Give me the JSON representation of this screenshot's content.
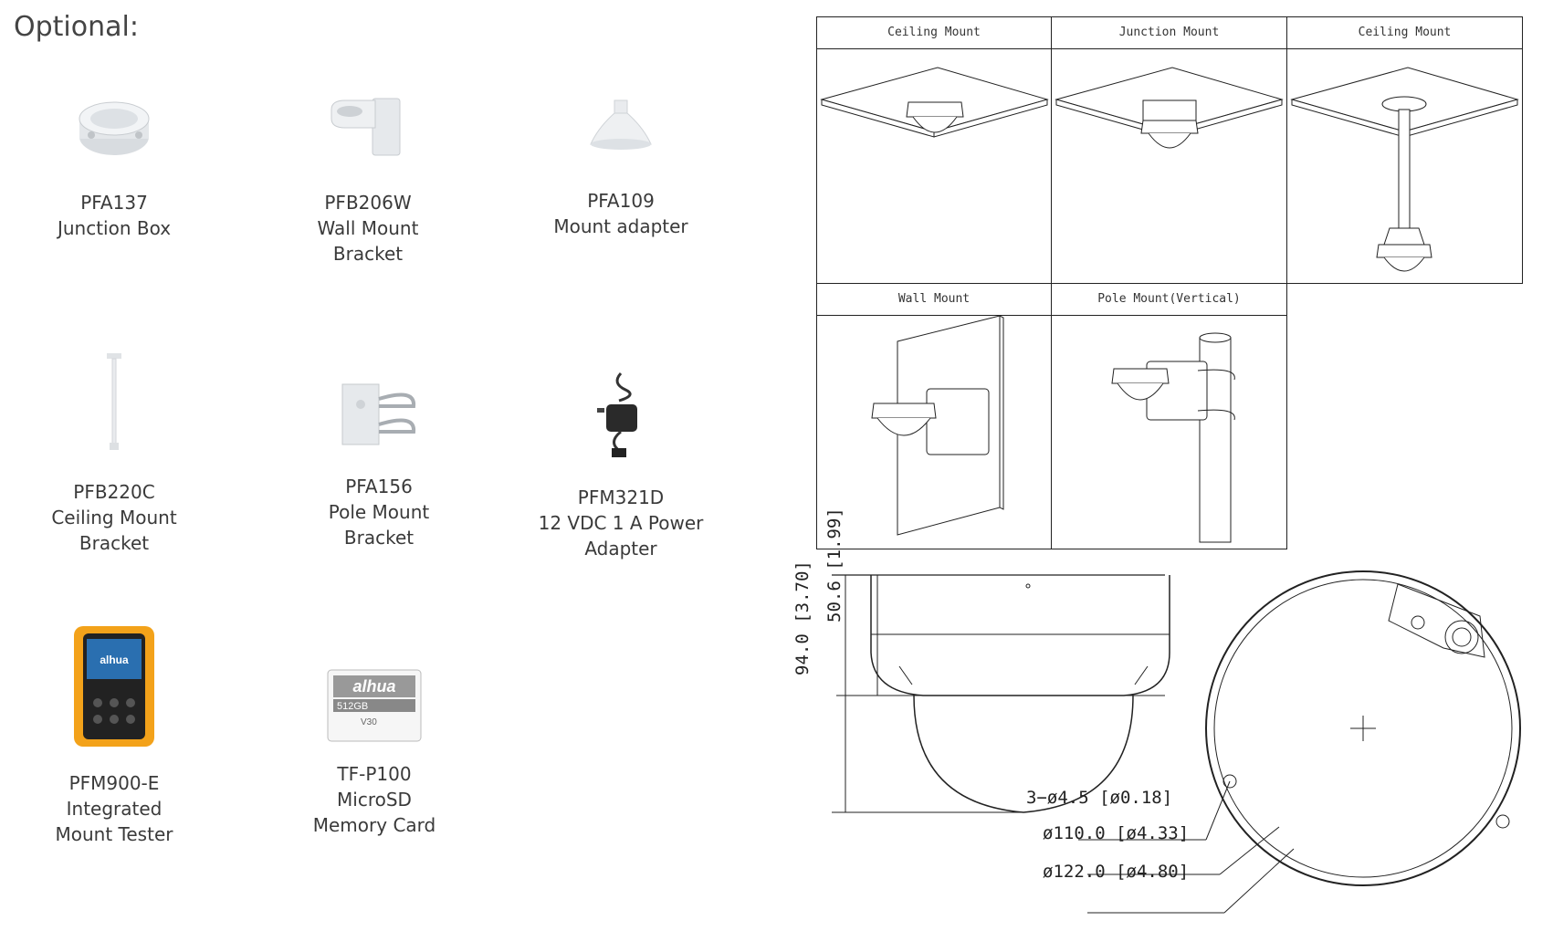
{
  "heading": "Optional:",
  "accessories": [
    {
      "model": "PFA137",
      "desc_lines": [
        "Junction Box"
      ]
    },
    {
      "model": "PFB206W",
      "desc_lines": [
        "Wall Mount",
        "Bracket"
      ]
    },
    {
      "model": "PFA109",
      "desc_lines": [
        "Mount adapter"
      ]
    },
    {
      "model": "PFB220C",
      "desc_lines": [
        "Ceiling Mount",
        "Bracket"
      ]
    },
    {
      "model": "PFA156",
      "desc_lines": [
        "Pole Mount",
        "Bracket"
      ]
    },
    {
      "model": "PFM321D",
      "desc_lines": [
        "12 VDC 1 A Power",
        "Adapter"
      ]
    },
    {
      "model": "PFM900-E",
      "desc_lines": [
        "Integrated",
        "Mount Tester"
      ]
    },
    {
      "model": "TF-P100",
      "desc_lines": [
        "MicroSD",
        "Memory Card"
      ]
    }
  ],
  "memory_card": {
    "brand": "alhua",
    "capacity": "512GB",
    "marks": "V30"
  },
  "tester": {
    "brand": "alhua"
  },
  "mounting": {
    "row1": [
      "Ceiling Mount",
      "Junction Mount",
      "Ceiling Mount"
    ],
    "row2": [
      "Wall Mount",
      "Pole Mount(Vertical)"
    ]
  },
  "dimensions": {
    "height_total": "94.0 [3.70]",
    "height_base": "50.6 [1.99]",
    "holes": "3−ø4.5 [ø0.18]",
    "inner_diameter": "ø110.0 [ø4.33]",
    "outer_diameter": "ø122.0 [ø4.80]"
  }
}
